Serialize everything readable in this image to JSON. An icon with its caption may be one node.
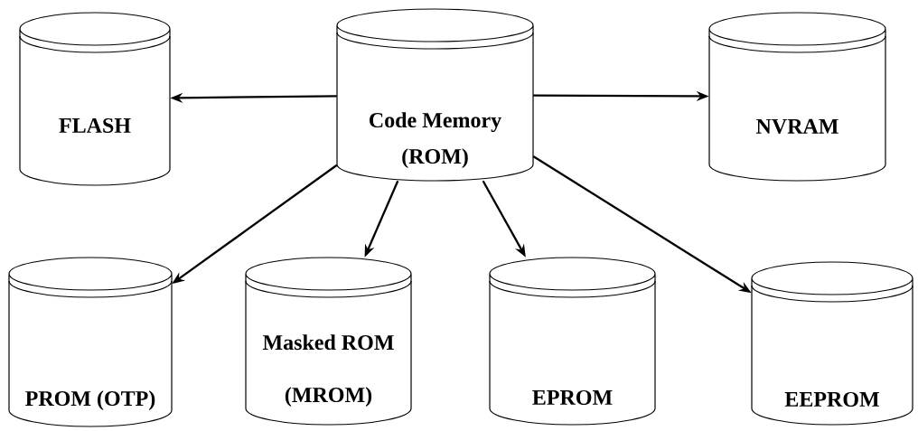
{
  "diagram": {
    "nodes": [
      {
        "text": [
          "FLASH"
        ]
      },
      {
        "text": [
          "Code Memory (ROM)"
        ]
      },
      {
        "text": [
          "NVRAM"
        ]
      },
      {
        "text": [
          "PROM (OTP)"
        ]
      },
      {
        "text": [
          "Masked ROM (MROM)"
        ]
      },
      {
        "text": [
          "EPROM"
        ]
      },
      {
        "text": [
          "EEPROM"
        ]
      }
    ],
    "edges": [
      {
        "from": 1,
        "to": 0,
        "arrow": "to"
      },
      {
        "from": 1,
        "to": 2,
        "arrow": "to"
      },
      {
        "from": 1,
        "to": 3,
        "arrow": "to"
      },
      {
        "from": 1,
        "to": 4,
        "arrow": "to"
      },
      {
        "from": 1,
        "to": 5,
        "arrow": "to"
      },
      {
        "from": 1,
        "to": 6,
        "arrow": "to"
      }
    ]
  }
}
